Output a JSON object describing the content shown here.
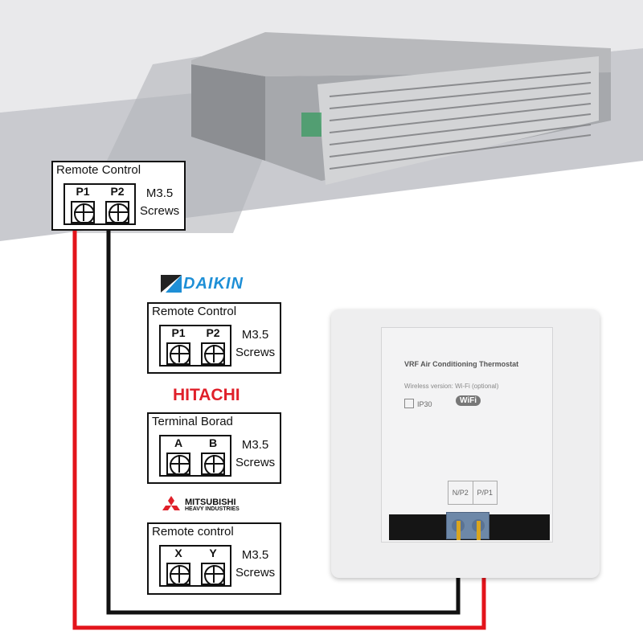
{
  "main_unit": {
    "box": {
      "title": "Remote Control",
      "terminals": [
        "P1",
        "P2"
      ],
      "note_line1": "M3.5",
      "note_line2": "Screws"
    }
  },
  "brands": [
    {
      "name": "DAIKIN",
      "color": "#1e8fd6",
      "box": {
        "title": "Remote Control",
        "terminals": [
          "P1",
          "P2"
        ],
        "note_line1": "M3.5",
        "note_line2": "Screws"
      }
    },
    {
      "name": "HITACHI",
      "color": "#e0202a",
      "box": {
        "title": "Terminal Borad",
        "terminals": [
          "A",
          "B"
        ],
        "note_line1": "M3.5",
        "note_line2": "Screws"
      }
    },
    {
      "name": "MITSUBISHI",
      "subname": "HEAVY INDUSTRIES",
      "color": "#e0202a",
      "box": {
        "title": "Remote control",
        "terminals": [
          "X",
          "Y"
        ],
        "note_line1": "M3.5",
        "note_line2": "Screws"
      }
    }
  ],
  "thermostat": {
    "title": "VRF Air Conditioning Thermostat",
    "wireless": "Wireless version: Wi-Fi (optional)",
    "ip": "IP30",
    "wifi": "WiFi",
    "terminals": [
      "N/P2",
      "P/P1"
    ]
  },
  "colors": {
    "wire_red": "#e3141b",
    "wire_black": "#111111"
  }
}
